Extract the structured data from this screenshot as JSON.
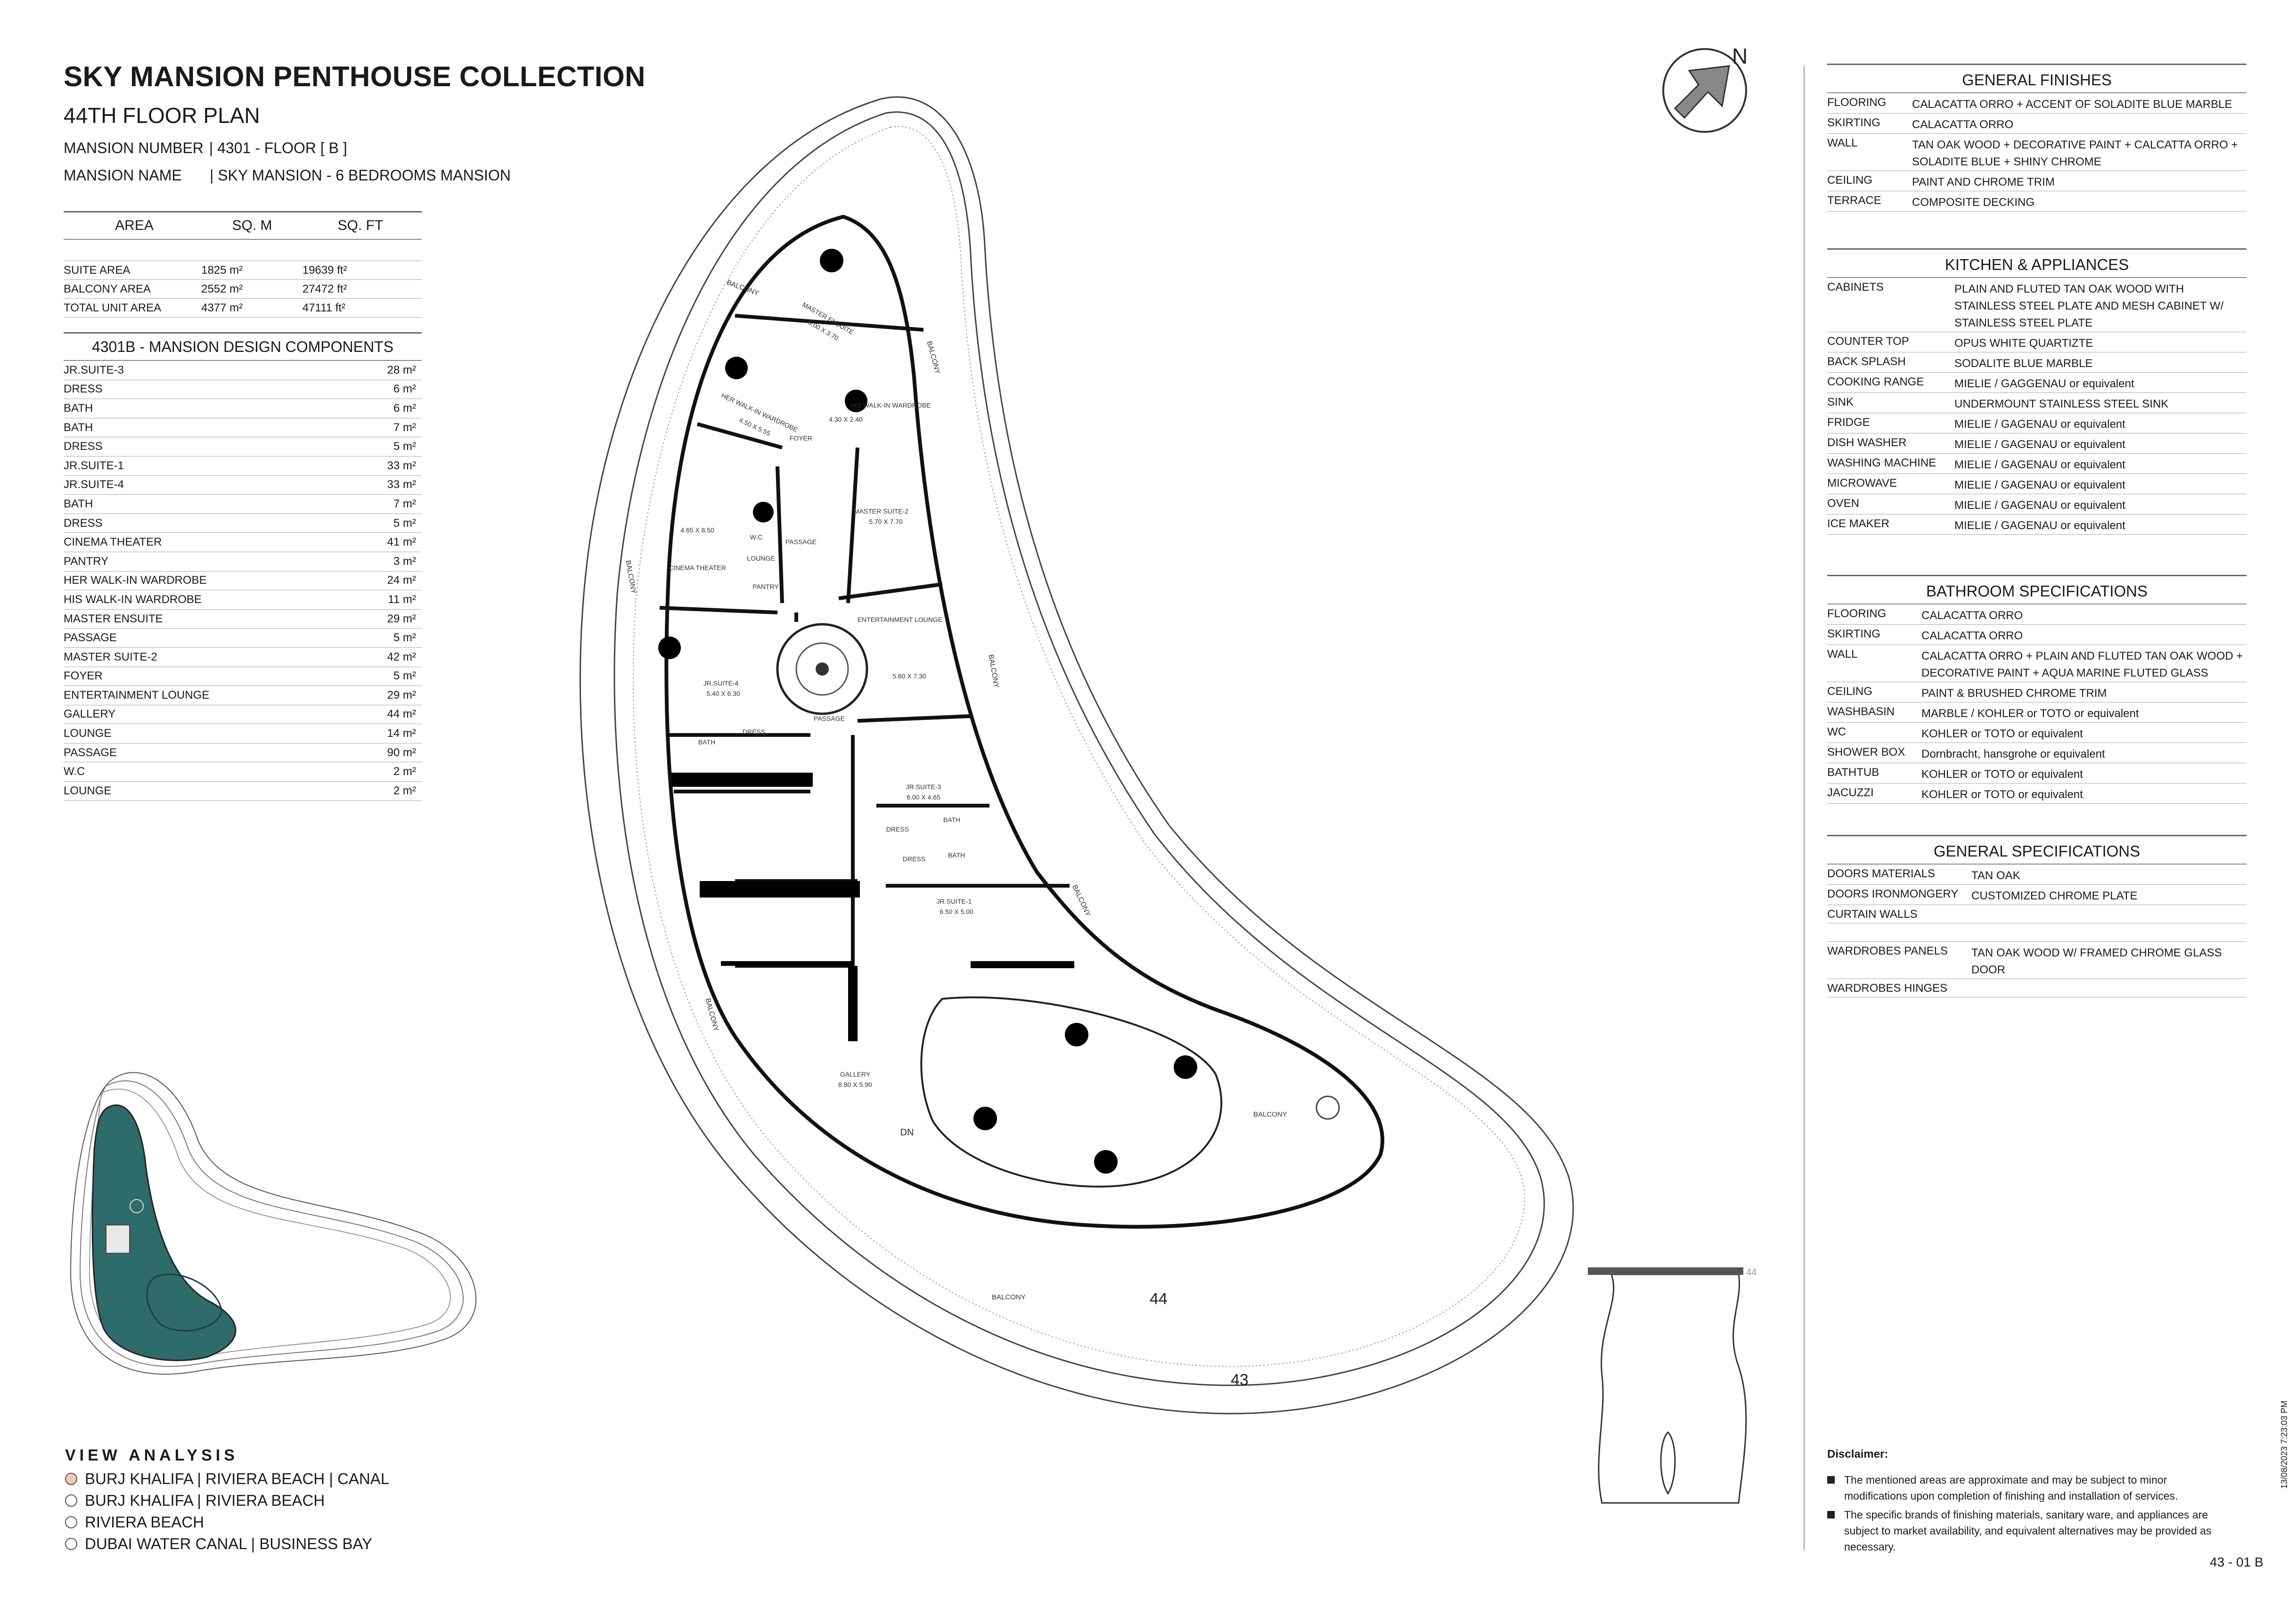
{
  "header": {
    "title": "SKY MANSION PENTHOUSE COLLECTION",
    "subtitle": "44TH FLOOR PLAN",
    "mansion_number_label": "MANSION NUMBER",
    "mansion_number_value": "| 4301 - FLOOR [ B ]",
    "mansion_name_label": "MANSION NAME",
    "mansion_name_value": "| SKY MANSION - 6 BEDROOMS MANSION"
  },
  "area_table": {
    "headers": [
      "AREA",
      "SQ. M",
      "SQ. FT"
    ],
    "rows": [
      {
        "name": "SUITE AREA",
        "sqm": "1825 m²",
        "sqft": "19639 ft²"
      },
      {
        "name": "BALCONY AREA",
        "sqm": "2552 m²",
        "sqft": "27472 ft²"
      },
      {
        "name": "TOTAL UNIT AREA",
        "sqm": "4377 m²",
        "sqft": "47111 ft²"
      }
    ]
  },
  "components": {
    "title": "4301B - MANSION DESIGN COMPONENTS",
    "rows": [
      {
        "name": "JR.SUITE-3",
        "area": "28 m²"
      },
      {
        "name": "DRESS",
        "area": "6 m²"
      },
      {
        "name": "BATH",
        "area": "6 m²"
      },
      {
        "name": "BATH",
        "area": "7 m²"
      },
      {
        "name": "DRESS",
        "area": "5 m²"
      },
      {
        "name": "JR.SUITE-1",
        "area": "33 m²"
      },
      {
        "name": "JR.SUITE-4",
        "area": "33 m²"
      },
      {
        "name": "BATH",
        "area": "7 m²"
      },
      {
        "name": "DRESS",
        "area": "5 m²"
      },
      {
        "name": "CINEMA THEATER",
        "area": "41 m²"
      },
      {
        "name": "PANTRY",
        "area": "3 m²"
      },
      {
        "name": "HER WALK-IN WARDROBE",
        "area": "24 m²"
      },
      {
        "name": "HIS WALK-IN WARDROBE",
        "area": "11 m²"
      },
      {
        "name": "MASTER ENSUITE",
        "area": "29 m²"
      },
      {
        "name": "PASSAGE",
        "area": "5 m²"
      },
      {
        "name": "MASTER SUITE-2",
        "area": "42 m²"
      },
      {
        "name": "FOYER",
        "area": "5 m²"
      },
      {
        "name": "ENTERTAINMENT LOUNGE",
        "area": "29 m²"
      },
      {
        "name": "GALLERY",
        "area": "44 m²"
      },
      {
        "name": "LOUNGE",
        "area": "14 m²"
      },
      {
        "name": "PASSAGE",
        "area": "90 m²"
      },
      {
        "name": "W.C",
        "area": "2 m²"
      },
      {
        "name": "LOUNGE",
        "area": "2 m²"
      }
    ]
  },
  "general_finishes": {
    "title": "GENERAL FINISHES",
    "rows": [
      {
        "k": "FLOORING",
        "v": "CALACATTA ORRO + ACCENT OF SOLADITE BLUE MARBLE"
      },
      {
        "k": "SKIRTING",
        "v": "CALACATTA ORRO"
      },
      {
        "k": "WALL",
        "v": "TAN OAK WOOD + DECORATIVE PAINT + CALCATTA ORRO + SOLADITE BLUE + SHINY CHROME"
      },
      {
        "k": "CEILING",
        "v": "PAINT AND CHROME TRIM"
      },
      {
        "k": "TERRACE",
        "v": "COMPOSITE DECKING"
      }
    ]
  },
  "kitchen": {
    "title": "KITCHEN & APPLIANCES",
    "rows": [
      {
        "k": "CABINETS",
        "v": "PLAIN AND FLUTED TAN OAK WOOD WITH STAINLESS STEEL PLATE AND MESH CABINET W/ STAINLESS STEEL PLATE"
      },
      {
        "k": "COUNTER TOP",
        "v": "OPUS WHITE QUARTIZTE"
      },
      {
        "k": "BACK SPLASH",
        "v": "SODALITE BLUE MARBLE"
      },
      {
        "k": "COOKING RANGE",
        "v": "MIELIE / GAGGENAU or equivalent"
      },
      {
        "k": "SINK",
        "v": "UNDERMOUNT STAINLESS STEEL SINK"
      },
      {
        "k": "FRIDGE",
        "v": "MIELIE / GAGENAU or equivalent"
      },
      {
        "k": "DISH WASHER",
        "v": "MIELIE / GAGENAU or equivalent"
      },
      {
        "k": "WASHING MACHINE",
        "v": "MIELIE / GAGENAU or equivalent"
      },
      {
        "k": "MICROWAVE",
        "v": "MIELIE / GAGENAU or equivalent"
      },
      {
        "k": "OVEN",
        "v": "MIELIE / GAGENAU or equivalent"
      },
      {
        "k": "ICE MAKER",
        "v": "MIELIE / GAGENAU or equivalent"
      }
    ]
  },
  "bathroom": {
    "title": "BATHROOM SPECIFICATIONS",
    "rows": [
      {
        "k": "FLOORING",
        "v": "CALACATTA ORRO"
      },
      {
        "k": "SKIRTING",
        "v": "CALACATTA ORRO"
      },
      {
        "k": "WALL",
        "v": "CALACATTA ORRO + PLAIN AND FLUTED TAN OAK WOOD + DECORATIVE PAINT + AQUA MARINE FLUTED GLASS"
      },
      {
        "k": "CEILING",
        "v": "PAINT & BRUSHED CHROME TRIM"
      },
      {
        "k": "WASHBASIN",
        "v": "MARBLE / KOHLER or TOTO or equivalent"
      },
      {
        "k": "WC",
        "v": "KOHLER or TOTO or equivalent"
      },
      {
        "k": "SHOWER BOX",
        "v": "Dornbracht, hansgrohe or equivalent"
      },
      {
        "k": "BATHTUB",
        "v": "KOHLER or TOTO or equivalent"
      },
      {
        "k": "JACUZZI",
        "v": "KOHLER or TOTO or equivalent"
      }
    ]
  },
  "general_specs": {
    "title": "GENERAL SPECIFICATIONS",
    "rows": [
      {
        "k": "DOORS MATERIALS",
        "v": "TAN OAK"
      },
      {
        "k": "DOORS IRONMONGERY",
        "v": "CUSTOMIZED CHROME PLATE"
      },
      {
        "k": "CURTAIN WALLS",
        "v": ""
      },
      {
        "k": "",
        "v": ""
      },
      {
        "k": "WARDROBES PANELS",
        "v": "TAN OAK WOOD W/ FRAMED CHROME GLASS DOOR"
      },
      {
        "k": "WARDROBES HINGES",
        "v": ""
      }
    ]
  },
  "view_analysis": {
    "title": "VIEW ANALYSIS",
    "items": [
      {
        "label": "BURJ KHALIFA | RIVIERA BEACH | CANAL",
        "active": true
      },
      {
        "label": "BURJ KHALIFA | RIVIERA BEACH",
        "active": false
      },
      {
        "label": "RIVIERA BEACH",
        "active": false
      },
      {
        "label": "DUBAI WATER CANAL | BUSINESS BAY",
        "active": false
      }
    ],
    "active_color": "#f2c7b8"
  },
  "disclaimer": {
    "title": "Disclaimer:",
    "items": [
      "The mentioned areas are approximate and may be subject to minor modifications  upon completion of finishing and installation of services.",
      "The specific brands of finishing materials, sanitary ware, and appliances are subject to market availability, and equivalent alternatives may be provided as necessary."
    ]
  },
  "page_number": "43 - 01 B",
  "date_stamp": "13/08/2023 7:23:03 PM",
  "north_label": "N",
  "plan": {
    "floor_44": "44",
    "floor_43": "43",
    "section_level": "44",
    "balcony": "BALCONY",
    "rooms": {
      "master_ensuite": "MASTER ENSUITE",
      "master_ensuite_dim": "6.00 X 3.70",
      "her_wardrobe": "HER WALK-IN WARDROBE",
      "her_wardrobe_dim": "4.50 X 5.55",
      "his_wardrobe": "HIS WALK-IN WARDROBE",
      "his_wardrobe_dim": "4.30 X 2.40",
      "foyer": "FOYER",
      "master_suite_2": "MASTER SUITE-2",
      "master_suite_2_dim": "5.70 X 7.70",
      "cinema": "CINEMA THEATER",
      "cinema_dim": "4.65 X 8.50",
      "wc": "W.C",
      "lounge": "LOUNGE",
      "pantry": "PANTRY",
      "passage": "PASSAGE",
      "ent_lounge": "ENTERTAINMENT LOUNGE",
      "ent_lounge_dim": "5.60 X 7.30",
      "jr_suite_4": "JR.SUITE-4",
      "jr_suite_4_dim": "5.40 X 6.30",
      "bath": "BATH",
      "dress": "DRESS",
      "jr_suite_3": "JR.SUITE-3",
      "jr_suite_3_dim": "6.00 X 4.65",
      "jr_suite_1": "JR.SUITE-1",
      "jr_suite_1_dim": "6.50 X 5.00",
      "gallery": "GALLERY",
      "gallery_dim": "8.80 X 5.90",
      "dn": "DN"
    }
  }
}
